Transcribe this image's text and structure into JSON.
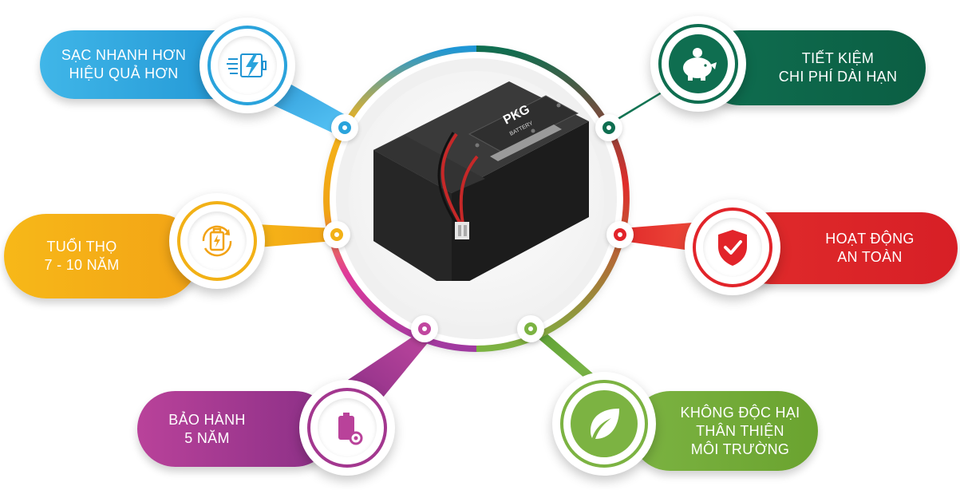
{
  "features": [
    {
      "id": "fast-charge",
      "lines": [
        "SẠC NHANH HƠN",
        "HIỆU QUẢ HƠN"
      ],
      "icon": "fast-charge-battery-icon",
      "color": "#2aa3dc"
    },
    {
      "id": "lifespan",
      "lines": [
        "TUỔI THỌ",
        "7 - 10 NĂM"
      ],
      "icon": "battery-cycle-icon",
      "color": "#f2b116"
    },
    {
      "id": "warranty",
      "lines": [
        "BẢO HÀNH",
        "5 NĂM"
      ],
      "icon": "battery-gear-icon",
      "color": "#a3378f"
    },
    {
      "id": "cost-saving",
      "lines": [
        "TIẾT KIỆM",
        "CHI PHÍ DÀI HẠN"
      ],
      "icon": "piggy-bank-icon",
      "color": "#0f6e50"
    },
    {
      "id": "safe",
      "lines": [
        "HOẠT ĐỘNG",
        "AN TOÀN"
      ],
      "icon": "shield-check-icon",
      "color": "#e2242a"
    },
    {
      "id": "eco",
      "lines": [
        "KHÔNG ĐỘC HẠI",
        "THÂN THIỆN",
        "MÔI TRƯỜNG"
      ],
      "icon": "leaf-icon",
      "color": "#7cb342"
    }
  ],
  "product": {
    "brand_logo": "PKG",
    "brand_sub": "BATTERY",
    "image": "lithium-battery-pack"
  }
}
